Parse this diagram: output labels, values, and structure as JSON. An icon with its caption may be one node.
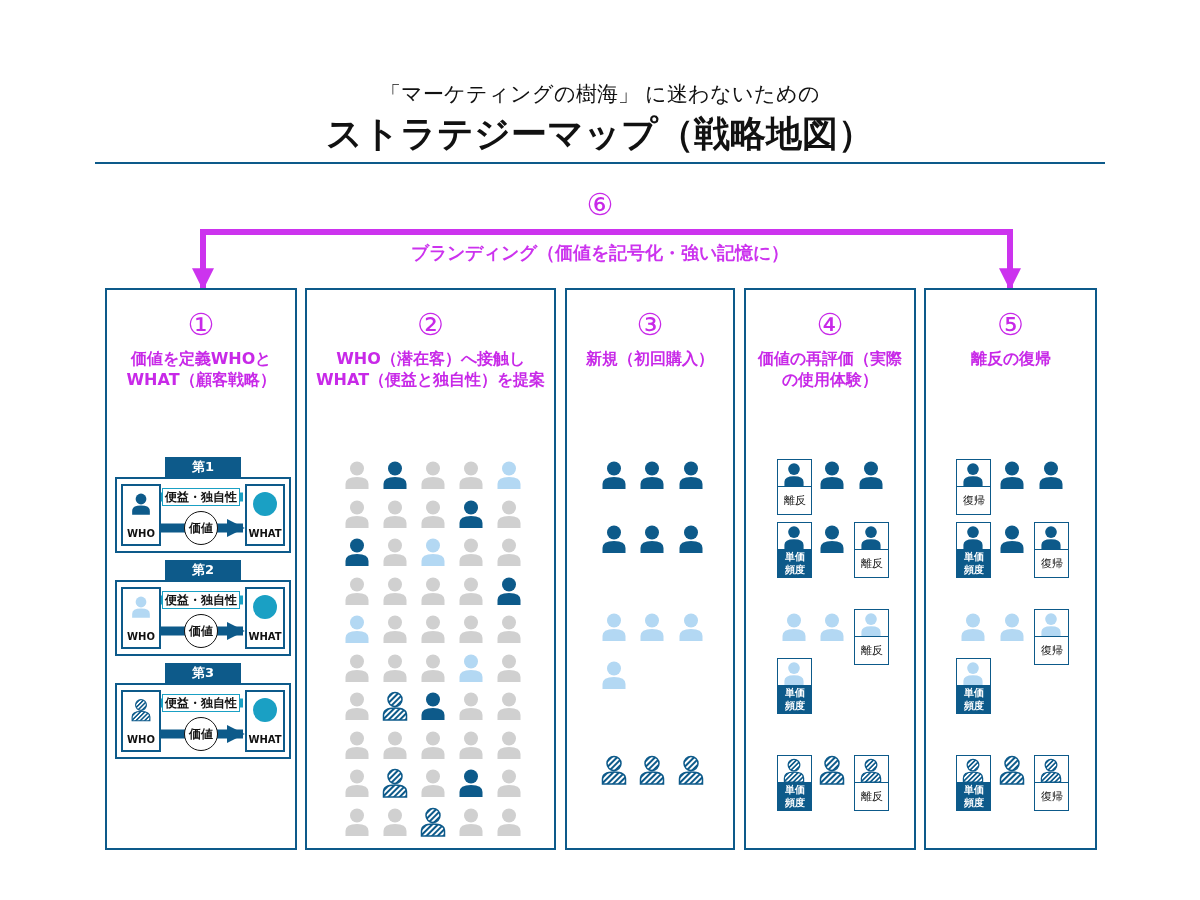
{
  "diagram": {
    "title": "ストラテジーマップ（戦略地図）",
    "nodes": [
      {
        "text": [
          "①",
          "価値を定義WHOとWHAT（顧客戦略）"
        ]
      },
      {
        "text": [
          "第1"
        ],
        "in": 0
      },
      {
        "text": [
          "WHO"
        ],
        "in": 1
      },
      {
        "text": [
          "WHAT"
        ],
        "in": 1
      },
      {
        "text": [
          "第2"
        ],
        "in": 0
      },
      {
        "text": [
          "WHO"
        ],
        "in": 4
      },
      {
        "text": [
          "WHAT"
        ],
        "in": 4
      },
      {
        "text": [
          "第3"
        ],
        "in": 0
      },
      {
        "text": [
          "WHO"
        ],
        "in": 7
      },
      {
        "text": [
          "WHAT"
        ],
        "in": 7
      },
      {
        "text": [
          "②",
          "WHO（潜在客）へ接触しWHAT（便益と独自性）を提案"
        ]
      },
      {
        "text": [
          "③",
          "新規（初回購入）"
        ]
      },
      {
        "text": [
          "④",
          "価値の再評価（実際の使用体験）"
        ]
      },
      {
        "text": [
          "離反"
        ],
        "in": 12
      },
      {
        "text": [
          "単価頻度"
        ],
        "in": 12
      },
      {
        "text": [
          "離反"
        ],
        "in": 12
      },
      {
        "text": [
          "離反"
        ],
        "in": 12
      },
      {
        "text": [
          "単価頻度"
        ],
        "in": 12
      },
      {
        "text": [
          "単価頻度"
        ],
        "in": 12
      },
      {
        "text": [
          "離反"
        ],
        "in": 12
      },
      {
        "text": [
          "⑤",
          "離反の復帰"
        ]
      },
      {
        "text": [
          "復帰"
        ],
        "in": 20
      },
      {
        "text": [
          "単価頻度"
        ],
        "in": 20
      },
      {
        "text": [
          "復帰"
        ],
        "in": 20
      },
      {
        "text": [
          "復帰"
        ],
        "in": 20
      },
      {
        "text": [
          "単価頻度"
        ],
        "in": 20
      },
      {
        "text": [
          "単価頻度"
        ],
        "in": 20
      },
      {
        "text": [
          "復帰"
        ],
        "in": 20
      }
    ],
    "edges": [
      {
        "from": 0,
        "to": 20,
        "arrow": "both",
        "label": "ブランディング（価値を記号化・強い記憶に）",
        "color": "#cc33ee"
      },
      {
        "from": 3,
        "to": 2,
        "arrow": "to",
        "label": "便益・独自性",
        "color": "#1aa0c4"
      },
      {
        "from": 2,
        "to": 3,
        "arrow": "to",
        "label": "価値"
      },
      {
        "from": 6,
        "to": 5,
        "arrow": "to",
        "label": "便益・独自性",
        "color": "#1aa0c4"
      },
      {
        "from": 5,
        "to": 6,
        "arrow": "to",
        "label": "価値"
      },
      {
        "from": 9,
        "to": 8,
        "arrow": "to",
        "label": "便益・独自性",
        "color": "#1aa0c4"
      },
      {
        "from": 8,
        "to": 9,
        "arrow": "to",
        "label": "価値"
      }
    ],
    "labels": [
      "「マーケティングの樹海」 に迷わないための",
      "⑥"
    ]
  }
}
